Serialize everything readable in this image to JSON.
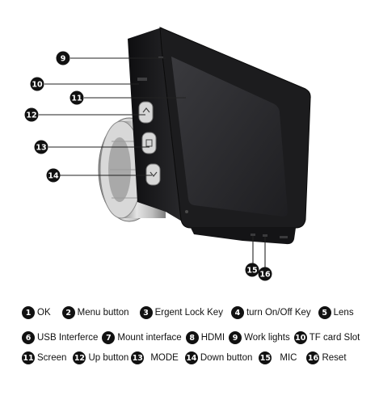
{
  "callouts": [
    {
      "number": "9"
    },
    {
      "number": "10"
    },
    {
      "number": "11"
    },
    {
      "number": "12"
    },
    {
      "number": "13"
    },
    {
      "number": "14"
    },
    {
      "number": "15"
    },
    {
      "number": "16"
    }
  ],
  "legend": [
    [
      {
        "number": "1",
        "label": "OK"
      },
      {
        "number": "2",
        "label": "Menu button"
      },
      {
        "number": "3",
        "label": "Ergent Lock Key"
      },
      {
        "number": "4",
        "label": "turn On/Off Key"
      },
      {
        "number": "5",
        "label": "Lens"
      }
    ],
    [
      {
        "number": "6",
        "label": "USB Interferce"
      },
      {
        "number": "7",
        "label": "Mount interface"
      },
      {
        "number": "8",
        "label": "HDMI"
      },
      {
        "number": "9",
        "label": "Work lights"
      },
      {
        "number": "10",
        "label": "TF card Slot"
      }
    ],
    [
      {
        "number": "11",
        "label": "Screen"
      },
      {
        "number": "12",
        "label": "Up button"
      },
      {
        "number": "13",
        "label": "MODE"
      },
      {
        "number": "14",
        "label": "Down button"
      },
      {
        "number": "15",
        "label": "MIC"
      },
      {
        "number": "16",
        "label": "Reset"
      }
    ]
  ],
  "colors": {
    "body": "#1c1c1e",
    "screen": "#2a2a2d",
    "lens_metal": "#c9c9c9",
    "badge": "#111111",
    "leader_line": "#222222"
  }
}
